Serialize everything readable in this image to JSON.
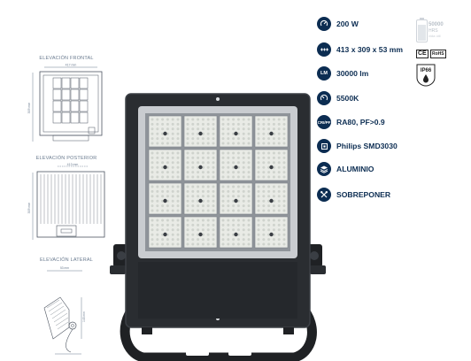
{
  "drawings": {
    "front": {
      "label": "ELEVACIÓN FRONTAL",
      "dim_width": "417 mm",
      "dim_height": "309 mm"
    },
    "rear": {
      "label": "ELEVACIÓN POSTERIOR",
      "dim_width": "413 mm",
      "dim_height": "309 mm"
    },
    "side": {
      "label": "ELEVACIÓN LATERAL",
      "dim_depth": "53 mm",
      "dim_bracket": "145 mm"
    }
  },
  "specs": [
    {
      "icon": "power-icon",
      "text": "200 W"
    },
    {
      "icon": "dimensions-icon",
      "text": "413 x 309 x 53 mm"
    },
    {
      "icon": "lumen-icon",
      "text": "30000 lm",
      "icon_text": "LM"
    },
    {
      "icon": "color-temperature-icon",
      "text": "5500K"
    },
    {
      "icon": "cri-icon",
      "text": "RA80, PF>0.9",
      "icon_text": "CRI/PF"
    },
    {
      "icon": "chip-icon",
      "text": "Philips SMD3030"
    },
    {
      "icon": "material-icon",
      "text": "ALUMINIO"
    },
    {
      "icon": "mounting-icon",
      "text": "SOBREPONER"
    }
  ],
  "badges": {
    "hours_value": "50000",
    "hours_unit": "HRS",
    "hours_caption": "vida útil",
    "ce": "CE",
    "rohs": "RoHS",
    "ip": "IP66"
  },
  "colors": {
    "primary": "#0c2d52",
    "housing": "#2a2d31",
    "led": "#e9ebe6"
  }
}
